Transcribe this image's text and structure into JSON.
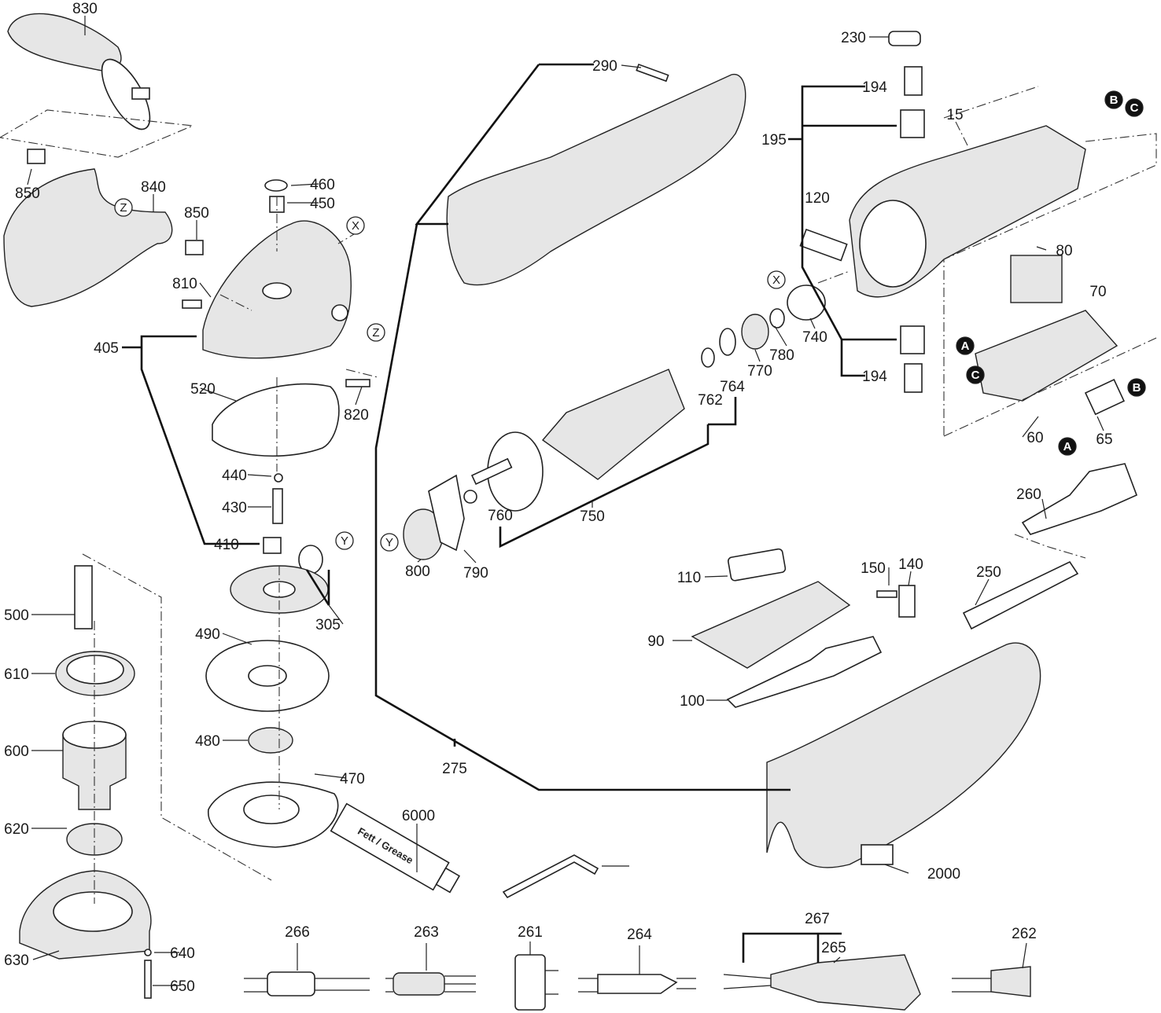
{
  "diagram": {
    "tube_text": "Fett / Grease",
    "labels": [
      {
        "text": "830"
      },
      {
        "text": "850"
      },
      {
        "text": "840"
      },
      {
        "text": "Z",
        "marker": "outline"
      },
      {
        "text": "850"
      },
      {
        "text": "810"
      },
      {
        "text": "460"
      },
      {
        "text": "450"
      },
      {
        "text": "X",
        "marker": "outline"
      },
      {
        "text": "Z",
        "marker": "outline"
      },
      {
        "text": "405"
      },
      {
        "text": "520"
      },
      {
        "text": "820"
      },
      {
        "text": "440"
      },
      {
        "text": "430"
      },
      {
        "text": "410"
      },
      {
        "text": "Y",
        "marker": "outline"
      },
      {
        "text": "305"
      },
      {
        "text": "490"
      },
      {
        "text": "480"
      },
      {
        "text": "470"
      },
      {
        "text": "500"
      },
      {
        "text": "610"
      },
      {
        "text": "600"
      },
      {
        "text": "620"
      },
      {
        "text": "630"
      },
      {
        "text": "640"
      },
      {
        "text": "650"
      },
      {
        "text": "6000"
      },
      {
        "text": "290"
      },
      {
        "text": "230"
      },
      {
        "text": "194"
      },
      {
        "text": "195"
      },
      {
        "text": "15"
      },
      {
        "text": "B",
        "marker": "filled"
      },
      {
        "text": "C",
        "marker": "filled"
      },
      {
        "text": "120"
      },
      {
        "text": "80"
      },
      {
        "text": "70"
      },
      {
        "text": "X",
        "marker": "outline"
      },
      {
        "text": "740"
      },
      {
        "text": "780"
      },
      {
        "text": "770"
      },
      {
        "text": "762"
      },
      {
        "text": "764"
      },
      {
        "text": "194"
      },
      {
        "text": "A",
        "marker": "filled"
      },
      {
        "text": "C",
        "marker": "filled"
      },
      {
        "text": "B",
        "marker": "filled"
      },
      {
        "text": "A",
        "marker": "filled"
      },
      {
        "text": "60"
      },
      {
        "text": "65"
      },
      {
        "text": "260"
      },
      {
        "text": "760"
      },
      {
        "text": "750"
      },
      {
        "text": "Y",
        "marker": "outline"
      },
      {
        "text": "800"
      },
      {
        "text": "790"
      },
      {
        "text": "110"
      },
      {
        "text": "150"
      },
      {
        "text": "140"
      },
      {
        "text": "250"
      },
      {
        "text": "90"
      },
      {
        "text": "100"
      },
      {
        "text": "275"
      },
      {
        "text": "2000"
      },
      {
        "text": "266"
      },
      {
        "text": "263"
      },
      {
        "text": "261"
      },
      {
        "text": "264"
      },
      {
        "text": "267"
      },
      {
        "text": "265"
      },
      {
        "text": "262"
      }
    ]
  }
}
